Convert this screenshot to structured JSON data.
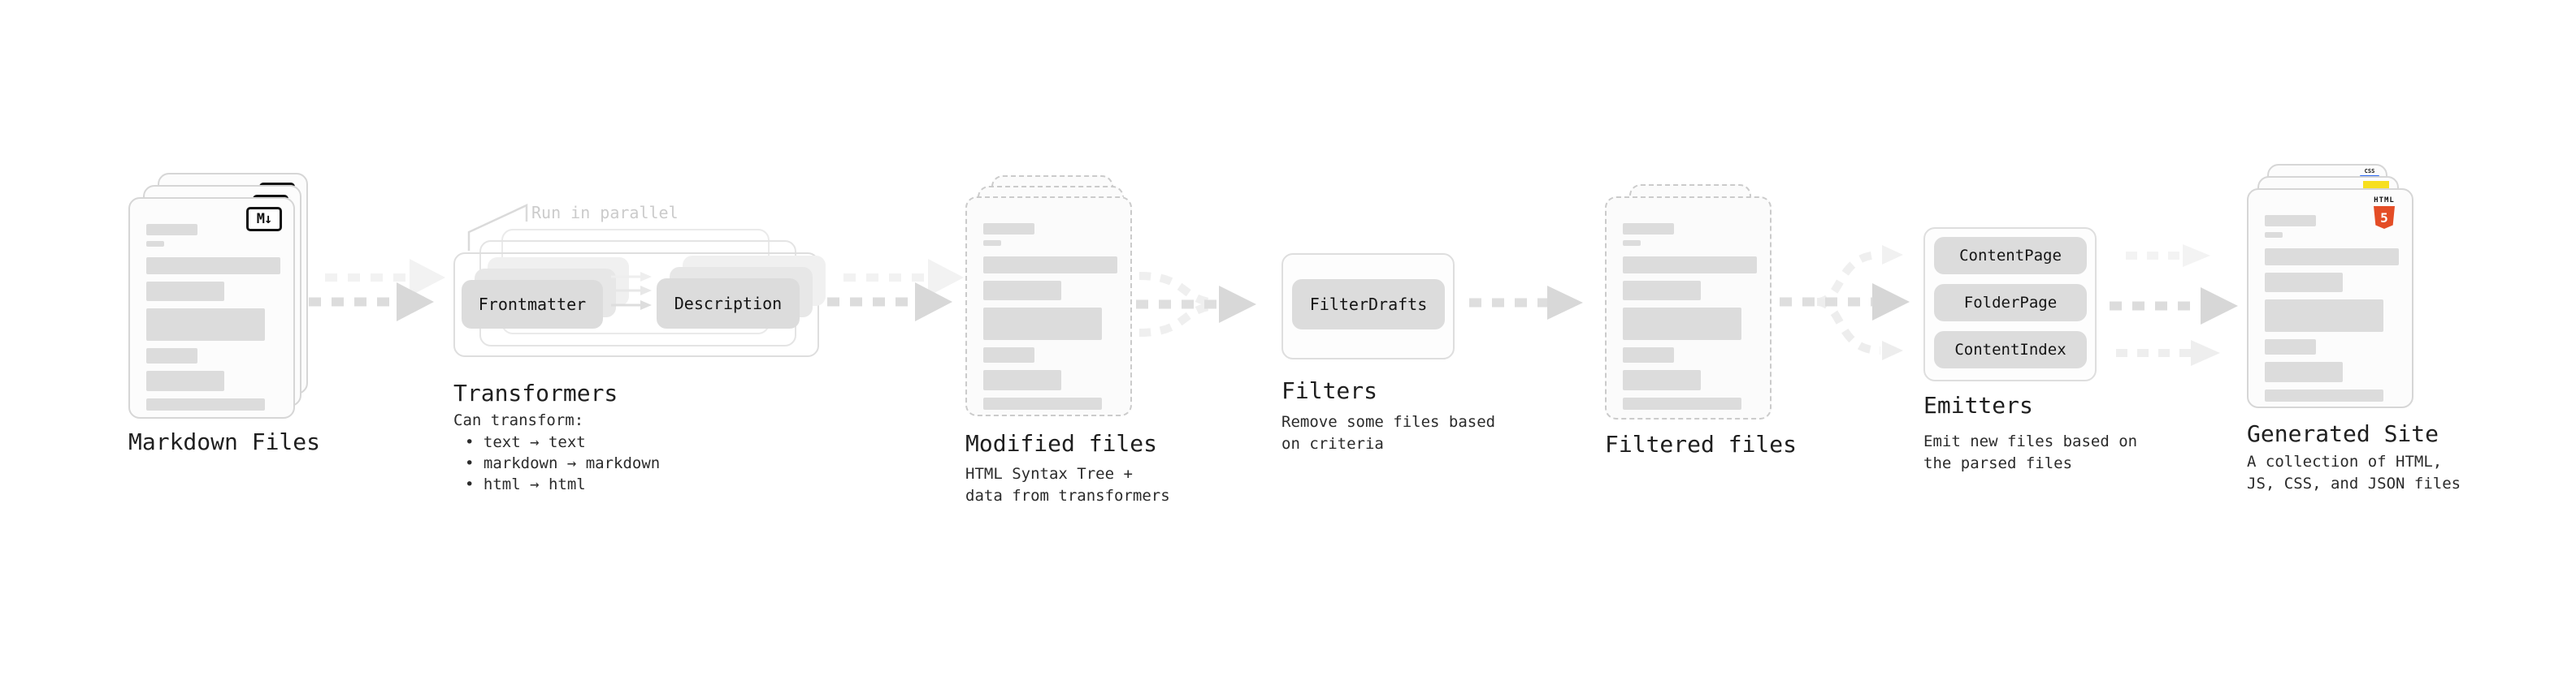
{
  "diagram": {
    "stages": {
      "markdown": {
        "title": "Markdown Files"
      },
      "transformers": {
        "title": "Transformers",
        "note": "Run in parallel",
        "step1": "Frontmatter",
        "step2": "Description",
        "desc_heading": "Can transform:",
        "bullets": [
          "• text → text",
          "• markdown → markdown",
          "• html → html"
        ]
      },
      "modified": {
        "title": "Modified files",
        "desc_line1": "HTML Syntax Tree +",
        "desc_line2": "data from transformers"
      },
      "filters": {
        "title": "Filters",
        "step": "FilterDrafts",
        "desc_line1": "Remove some files based",
        "desc_line2": "on criteria"
      },
      "filtered": {
        "title": "Filtered files"
      },
      "emitters": {
        "title": "Emitters",
        "steps": [
          "ContentPage",
          "FolderPage",
          "ContentIndex"
        ],
        "desc_line1": "Emit new files based on",
        "desc_line2": "the parsed files"
      },
      "generated": {
        "title": "Generated Site",
        "desc_line1": "A collection of HTML,",
        "desc_line2": "JS, CSS, and JSON files"
      }
    },
    "badges": {
      "markdown": "M↓",
      "html_word": "HTML",
      "html_number": "5",
      "css_word": "CSS"
    },
    "colors": {
      "html5_orange": "#e44d26",
      "js_yellow": "#f7df1e",
      "css_blue": "#2965f1",
      "card_border": "#d6d6d6",
      "arrow_gray": "#dcdcdc",
      "note_gray": "#cbcbcb",
      "text_dark": "#1f1f1f"
    }
  }
}
